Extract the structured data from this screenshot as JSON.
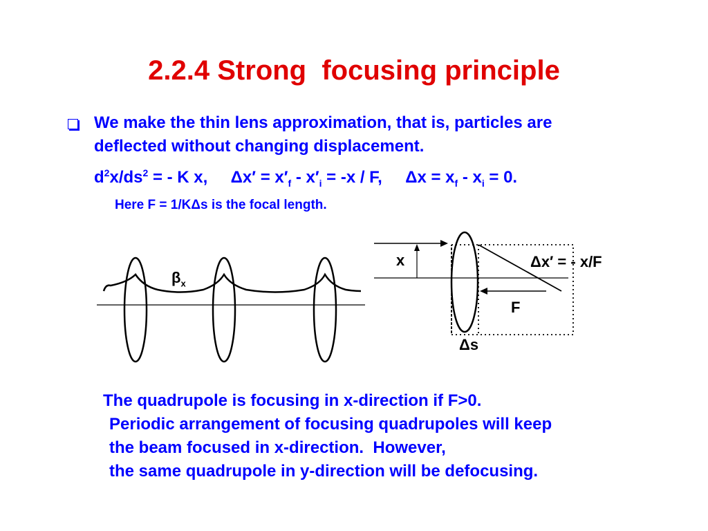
{
  "slide": {
    "title": "2.2.4 Strong  focusing principle",
    "bullet": {
      "line1": "We make the thin lens approximation, that is, particles are",
      "line2": "deflected without changing displacement."
    },
    "equation": {
      "p1": "d",
      "p1_sup": "2",
      "p2": "x/ds",
      "p2_sup": "2",
      "p3": " = - K x,     ",
      "p4": "Δx′ = x′",
      "p4_sub": "f",
      "p5": " - x′",
      "p5_sub": "i",
      "p6": " = -x / F,     ",
      "p7": "Δx = x",
      "p7_sub": "f",
      "p8": " - x",
      "p8_sub": "i",
      "p9": " = 0."
    },
    "focal_note": "Here F = 1/KΔs is the focal length.",
    "figure_left": {
      "beta_symbol": "β",
      "beta_sub": "x"
    },
    "figure_right": {
      "x_label": "x",
      "dx_label": "Δx′ = - x/F",
      "f_label": "F",
      "ds_label": "Δs"
    },
    "conclusion": {
      "line1": "The quadrupole is focusing in x-direction if F>0.",
      "line2": "Periodic arrangement of focusing quadrupoles will keep",
      "line3": "the beam focused in x-direction.  However,",
      "line4": "the same quadrupole in y-direction will be defocusing."
    }
  }
}
